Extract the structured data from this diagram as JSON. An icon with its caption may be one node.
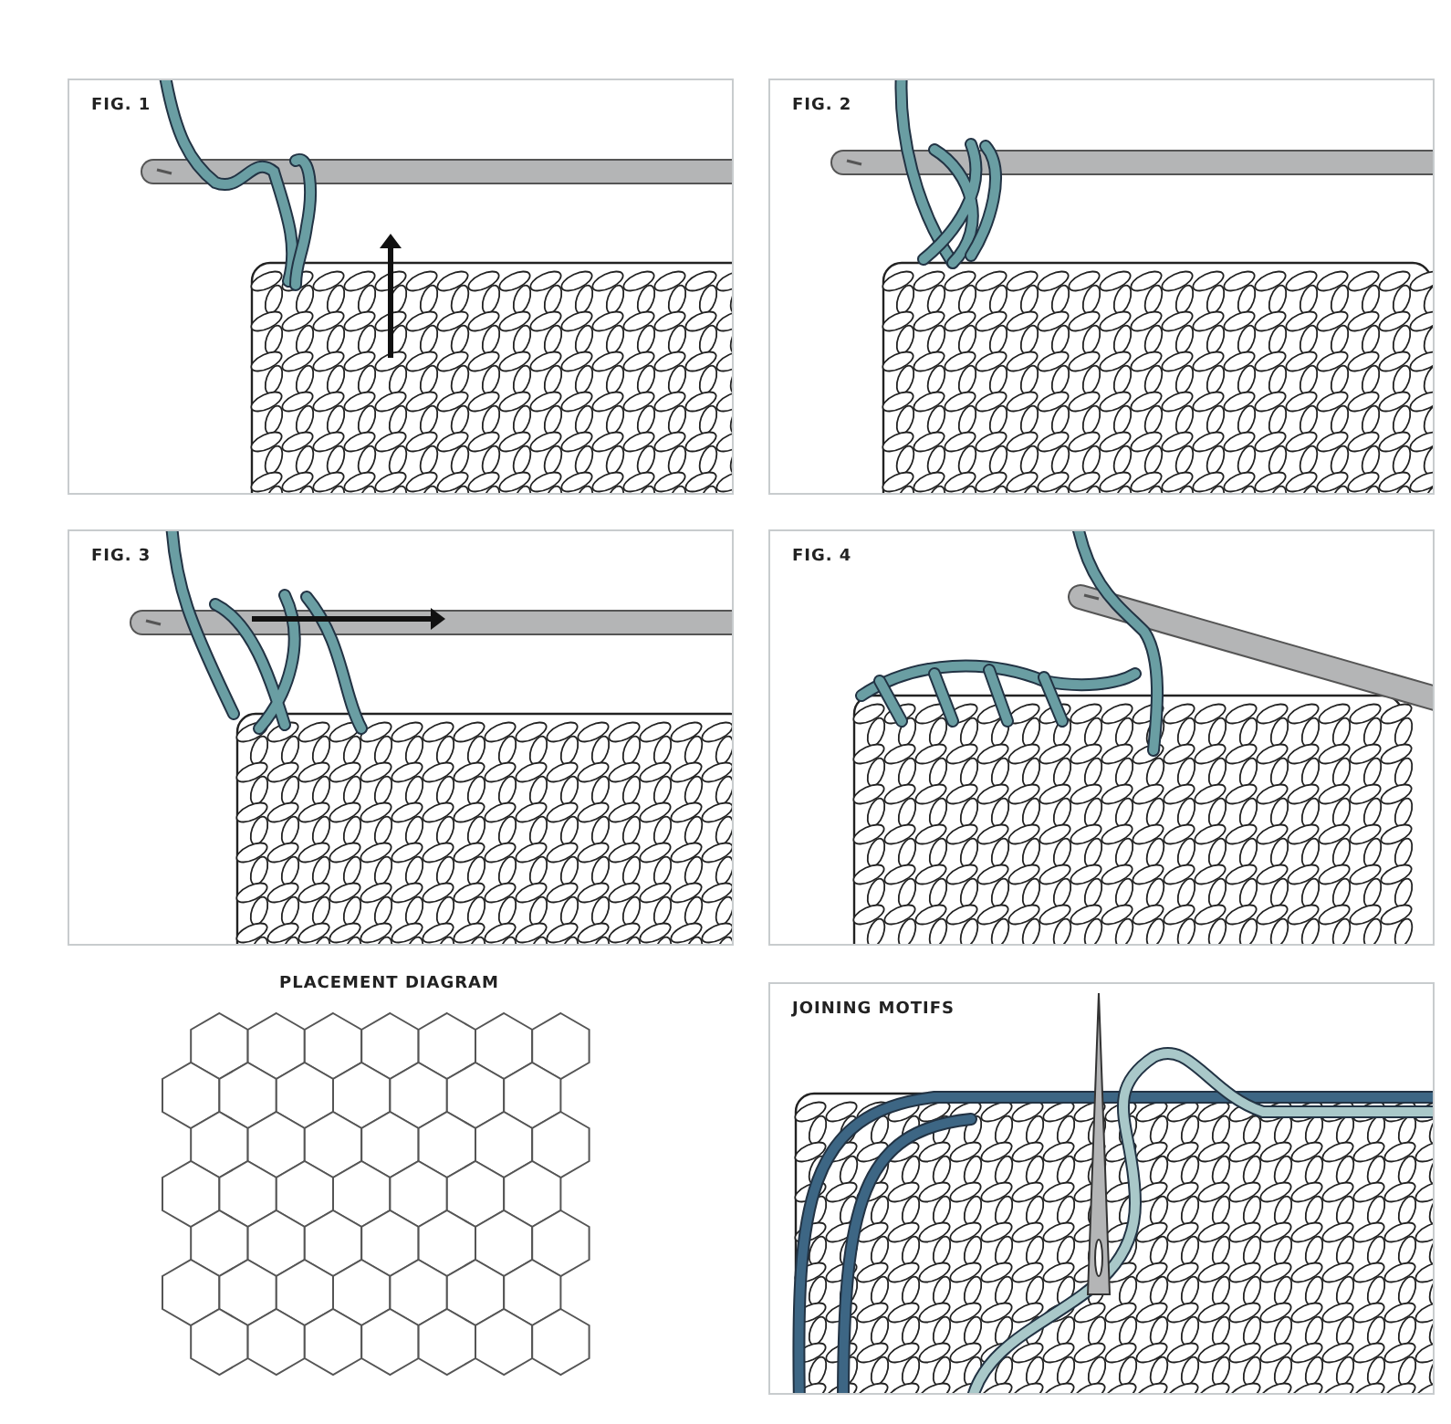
{
  "diagram": {
    "labels": [
      "FIG. 1",
      "FIG. 2",
      "FIG. 3",
      "FIG. 4",
      "PLACEMENT DIAGRAM",
      "JOINING MOTIFS"
    ]
  }
}
